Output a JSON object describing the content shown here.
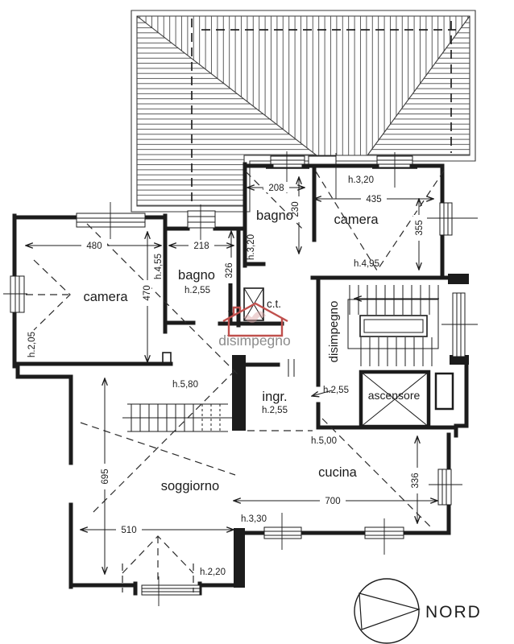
{
  "rooms": {
    "camera_top": "camera",
    "bagno_top": "bagno",
    "camera_left": "camera",
    "bagno_left": "bagno",
    "boiler": "c.t.",
    "hall": "disimpegno",
    "stair_hall": "disimpegno",
    "lift": "ascensore",
    "entry": "ingr.",
    "kitchen": "cucina",
    "living": "soggiorno"
  },
  "dims": {
    "w480": "480",
    "w218": "218",
    "w208": "208",
    "v230": "230",
    "w435": "435",
    "v355": "355",
    "v470": "470",
    "v326": "326",
    "v695": "695",
    "w510": "510",
    "w700": "700",
    "v336": "336"
  },
  "heights": {
    "camera_top": "h.3,20",
    "bagno_top": "h.3,20",
    "camera_top_low": "h.4,95",
    "camera_left_ridge": "h.4,55",
    "camera_left_low": "h.2,05",
    "bagno_left": "h.2,55",
    "stair_hall": "h.2,55",
    "entry": "h.2,55",
    "stairs_zone": "h.5,80",
    "kitchen_zone": "h.5,00",
    "kitchen_low": "h.3,30",
    "bay_zone": "h.2,20"
  },
  "compass": {
    "label": "NORD"
  },
  "colors": {
    "background": "#ffffff",
    "ink": "#1c1c1c",
    "roof_hatch": "#4a4a4a",
    "watermark_red": "#c0504d",
    "watermark_gray": "#8c8c8c"
  }
}
